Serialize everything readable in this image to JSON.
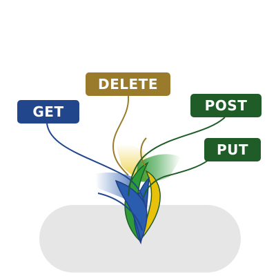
{
  "methods": {
    "get": {
      "label": "GET",
      "color": "#22468c"
    },
    "delete": {
      "label": "DELETE",
      "color": "#9a7b2b"
    },
    "post": {
      "label": "POST",
      "color": "#1f5c28"
    },
    "put": {
      "label": "PUT",
      "color": "#1f5c28"
    }
  },
  "colors": {
    "base": "#e6e6e6",
    "leaf_blue": "#2a5db0",
    "leaf_green": "#2e9a3a",
    "leaf_yellow": "#e8c20a"
  }
}
